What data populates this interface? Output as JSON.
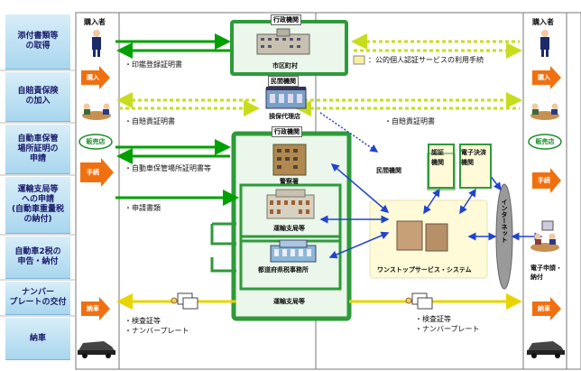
{
  "steps": [
    "添付書類等\nの取得",
    "自賠責保険\nの加入",
    "自動車保管\n場所証明の\n申請",
    "運輸支局等\nへの申請\n(自動車重量税\nの納付)",
    "自動車2税の\n申告・納付",
    "ナンバー\nプレートの交付",
    "納車"
  ],
  "purchaser_left": "購入者",
  "purchaser_right": "購入者",
  "badges": {
    "buy": "購入",
    "dealer": "販売店",
    "procedure": "手続",
    "delivery": "納車"
  },
  "headers": {
    "gov1": "行政機関",
    "private1": "民間機関",
    "gov2": "行政機関",
    "private2": "民間機関",
    "cert_org": "認証\n機関",
    "epay_org": "電子決済\n機関"
  },
  "buildings": {
    "city_office": "市区町村",
    "insurance": "損保代理店",
    "police": "警察署",
    "transport1": "運輸支局等",
    "prefecture_tax": "都道府県税事務所",
    "transport2": "運輸支局等"
  },
  "labels": {
    "seal_cert": "・印鑑登録証明書",
    "jibaiseki_left": "・自賠責証明書",
    "jibaiseki_right": "・自賠責証明書",
    "parking_cert": "・自動車保管場所証明書等",
    "application_docs": "・申請書類",
    "public_auth": "：公的個人認証サービスの利用手続",
    "one_stop": "ワンストップサービス・システム",
    "internet": "インターネット",
    "e_application": "電子申請・\n納付",
    "inspection_left": "・検査証等",
    "plate_left": "・ナンバープレート",
    "inspection_right": "・検査証等",
    "plate_right": "・ナンバープレート"
  },
  "colors": {
    "gov_border": "#2e9a3a",
    "step_text": "#1a1a6a",
    "arrow_green": "#00a000",
    "arrow_lime": "#c8dc1e",
    "arrow_blue": "#2244cc",
    "arrow_yellow": "#e8d400",
    "badge_orange": "#f07010",
    "badge_green": "#1c8c2c",
    "onestop_fill": "#fffbd8"
  },
  "icons": [
    "person-icon",
    "building-icon",
    "server-icon",
    "car-icon",
    "document-icon",
    "people-meeting-icon"
  ]
}
